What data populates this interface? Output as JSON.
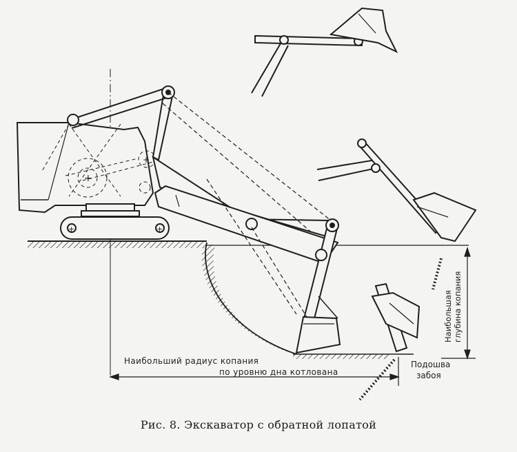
{
  "figure": {
    "caption": "Рис. 8. Экскаватор с обратной лопатой"
  },
  "labels": {
    "radius_line1": "Наибольший радиус копания",
    "radius_line2": "по уровню дна котлована",
    "depth_line1": "Наибольшая",
    "depth_line2": "глубина копания",
    "base_line1": "Подошва",
    "base_line2": "забоя"
  },
  "colors": {
    "ink": "#1e1e1e",
    "paper": "#f4f4f2"
  }
}
